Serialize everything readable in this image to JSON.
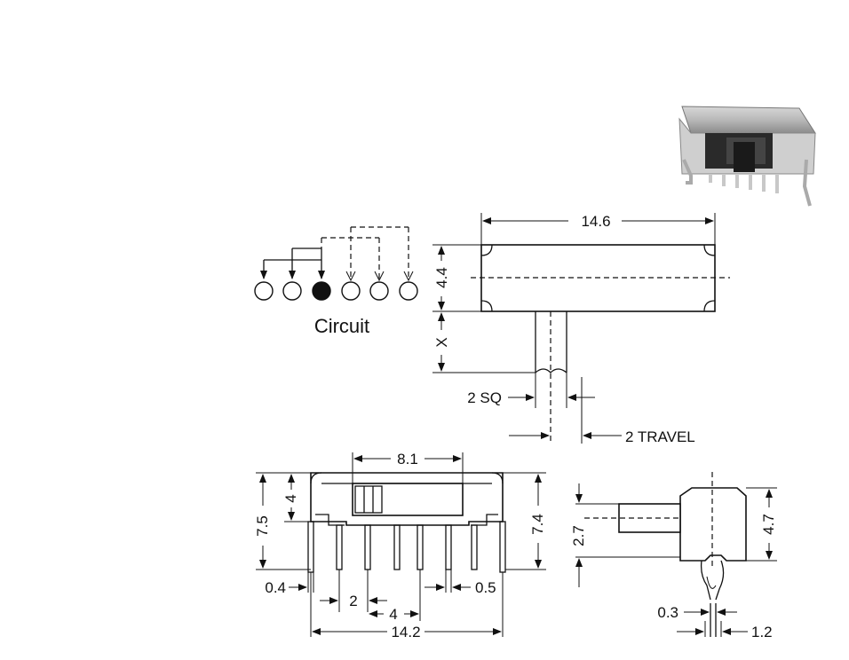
{
  "circuit": {
    "label": "Circuit",
    "pins": [
      {
        "filled": false
      },
      {
        "filled": false
      },
      {
        "filled": true
      },
      {
        "filled": false
      },
      {
        "filled": false
      },
      {
        "filled": false
      }
    ]
  },
  "top_view": {
    "width_dim": "14.6",
    "height_dim": "4.4",
    "actuator_dim": "X",
    "actuator_size": "2 SQ",
    "travel": "2 TRAVEL"
  },
  "front_view": {
    "slot_width": "8.1",
    "inner_height": "4",
    "total_height": "7.5",
    "right_height": "7.4",
    "pin_thickness": "0.4",
    "pin_pitch": "2",
    "pin_spacing": "4",
    "pin_width": "0.5",
    "overall_width": "14.2"
  },
  "side_view": {
    "actuator_height": "2.7",
    "body_height": "4.7",
    "pin_thickness": "0.3",
    "pin_span": "1.2"
  },
  "colors": {
    "ink": "#111111",
    "background": "#ffffff",
    "photo_metal": "#b8b8b8",
    "photo_dark": "#2a2a2a"
  }
}
